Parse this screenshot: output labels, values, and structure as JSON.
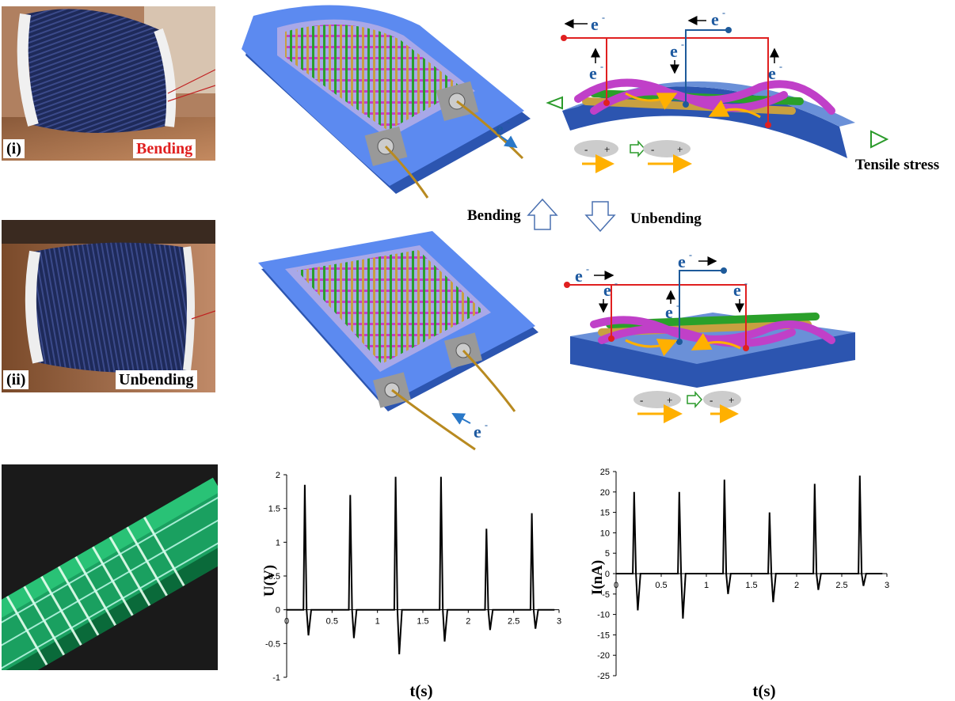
{
  "photos": {
    "top": {
      "roman": "(i)",
      "state": "Bending"
    },
    "middle": {
      "roman": "(ii)",
      "state": "Unbending"
    }
  },
  "schematic": {
    "electron": "e",
    "electron_sup": "-",
    "bending_label": "Bending",
    "unbending_label": "Unbending",
    "tensile_label": "Tensile stress",
    "dipole_minus": "-",
    "dipole_plus": "+"
  },
  "colors": {
    "substrate": "#3f6fd0",
    "fiber_magenta": "#c040c8",
    "fiber_gold": "#c8a040",
    "fiber_green": "#2aa02a",
    "wire_red": "#e02020",
    "wire_blue": "#1e5a9a",
    "arrow_orange": "#ffb000"
  },
  "chart_data": [
    {
      "type": "line",
      "ylabel": "U(V)",
      "xlabel": "t(s)",
      "xlim": [
        0,
        3
      ],
      "ylim": [
        -1,
        2
      ],
      "xticks": [
        "0",
        "0.5",
        "1",
        "1.5",
        "2",
        "2.5",
        "3"
      ],
      "yticks": [
        "2",
        "1.5",
        "1",
        "0.5",
        "0",
        "-0.5",
        "-1"
      ],
      "series": [
        {
          "peaks": [
            {
              "t": 0.2,
              "max": 1.85,
              "min": -0.38
            },
            {
              "t": 0.7,
              "max": 1.7,
              "min": -0.42
            },
            {
              "t": 1.2,
              "max": 1.97,
              "min": -0.66
            },
            {
              "t": 1.7,
              "max": 1.97,
              "min": -0.47
            },
            {
              "t": 2.2,
              "max": 1.2,
              "min": -0.3
            },
            {
              "t": 2.7,
              "max": 1.43,
              "min": -0.28
            }
          ]
        }
      ]
    },
    {
      "type": "line",
      "ylabel": "I(nA)",
      "xlabel": "t(s)",
      "xlim": [
        0,
        3
      ],
      "ylim": [
        -25,
        25
      ],
      "xticks": [
        "0",
        "0.5",
        "1",
        "1.5",
        "2",
        "2.5",
        "3"
      ],
      "yticks": [
        "25",
        "20",
        "15",
        "10",
        "5",
        "0",
        "-5",
        "-10",
        "-15",
        "-20",
        "-25"
      ],
      "series": [
        {
          "peaks": [
            {
              "t": 0.2,
              "max": 20,
              "min": -9
            },
            {
              "t": 0.7,
              "max": 20,
              "min": -11
            },
            {
              "t": 1.2,
              "max": 23,
              "min": -5
            },
            {
              "t": 1.7,
              "max": 15,
              "min": -7
            },
            {
              "t": 2.2,
              "max": 22,
              "min": -4
            },
            {
              "t": 2.7,
              "max": 24,
              "min": -3
            }
          ]
        }
      ]
    }
  ]
}
